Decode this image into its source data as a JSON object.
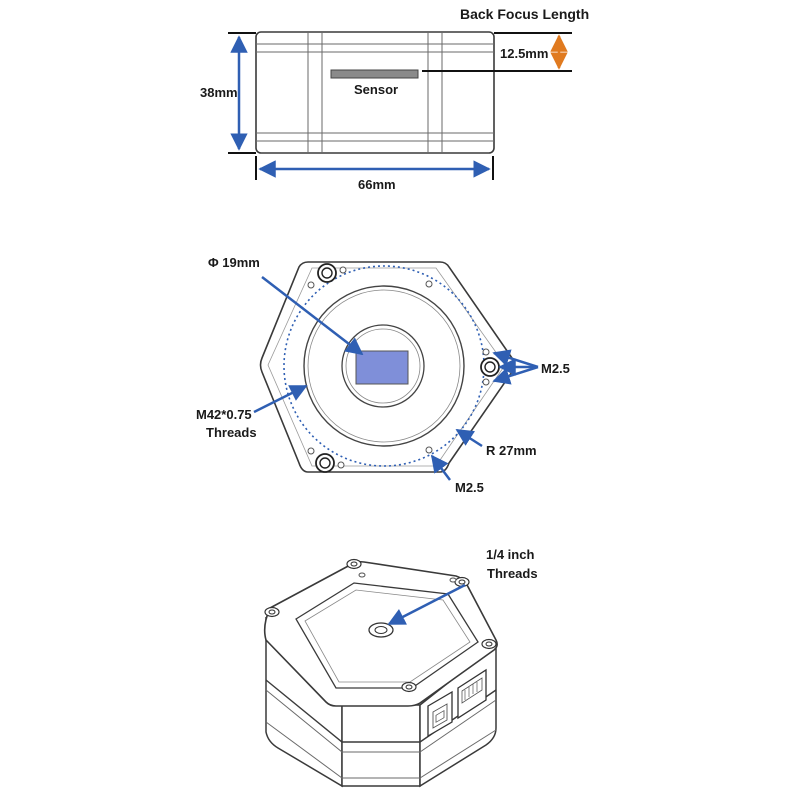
{
  "side_view": {
    "back_focus_label": "Back Focus Length",
    "back_focus_value": "12.5mm",
    "sensor_label": "Sensor",
    "height_label": "38mm",
    "width_label": "66mm"
  },
  "front_view": {
    "aperture_label": "Φ 19mm",
    "mount_hole_label": "M2.5",
    "thread_label_line1": "M42*0.75",
    "thread_label_line2": "Threads",
    "radius_label": "R 27mm",
    "bottom_hole_label": "M2.5"
  },
  "iso_view": {
    "tripod_label_line1": "1/4 inch",
    "tripod_label_line2": "Threads"
  },
  "colors": {
    "dimension_blue": "#2f5fb3",
    "back_focus_orange": "#e07a1f",
    "sensor_fill": "#7f8fd9",
    "outline": "#3a3a3a"
  }
}
